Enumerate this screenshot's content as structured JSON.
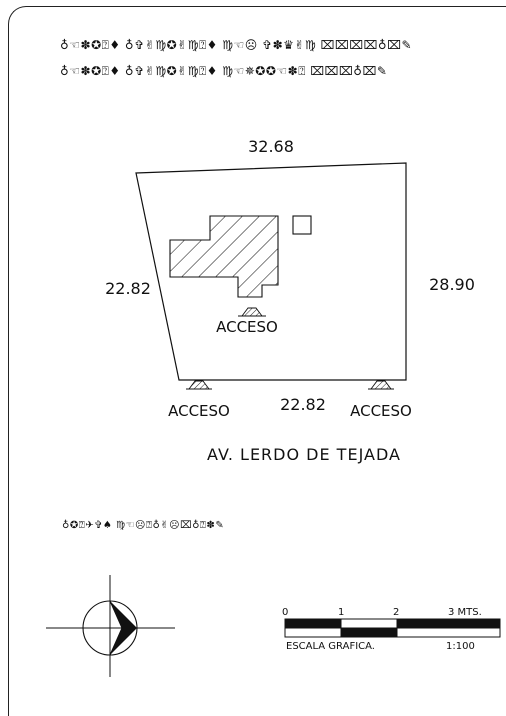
{
  "header": {
    "line1": "♁☜✽✪⍰♦ ♁✞✌♍✪✌♍⍰♦ ♍☜☹ ✞✽♛✌♍ ⌧⌧⌧⌧♁⌧✎",
    "line2": "♁☜✽✪⍰♦ ♁✞✌♍✪✌♍⍰♦ ♍☜✵✪✪☜✽⍰ ⌧⌧⌧♁⌧✎"
  },
  "plan": {
    "top_dimension": "32.68",
    "left_dimension": "22.82",
    "right_dimension": "28.90",
    "bottom_dimension": "22.82",
    "access_center": "ACCESO",
    "access_left": "ACCESO",
    "access_right": "ACCESO",
    "street_name": "AV. LERDO DE TEJADA"
  },
  "legend_note": "♁✪⍰✈✞♠ ♍☜☹⍰♁✌☹⌧♁⍰✽✎",
  "scale_bar": {
    "tick_0": "0",
    "tick_1": "1",
    "tick_2": "2",
    "tick_3": "3 MTS.",
    "label": "ESCALA GRAFICA.",
    "ratio": "1:100"
  },
  "north_arrow": {
    "icon": "north-arrow-icon"
  }
}
